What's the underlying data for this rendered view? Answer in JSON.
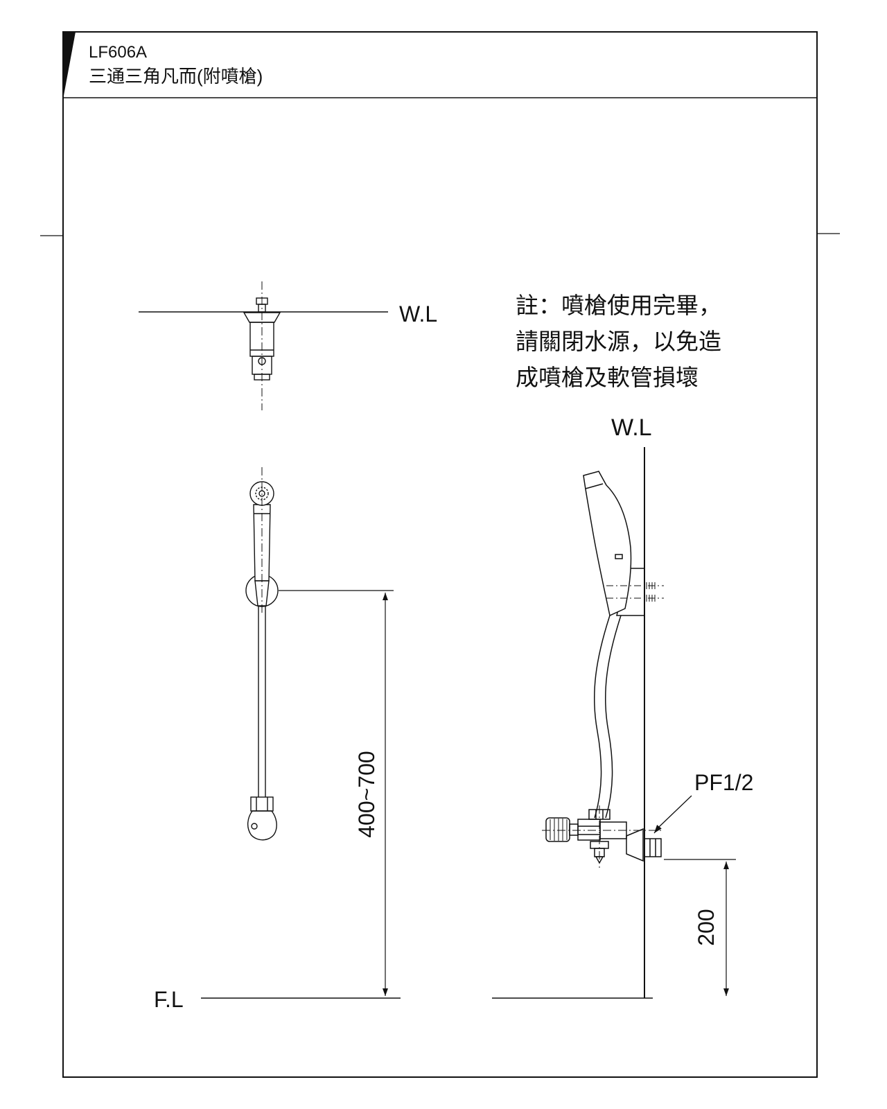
{
  "colors": {
    "ink": "#111111",
    "background": "#ffffff"
  },
  "title_block": {
    "model": "LF606A",
    "product_name": "三通三角凡而(附噴槍)"
  },
  "note": {
    "line1": "註：噴槍使用完畢，",
    "line2": "請關閉水源，以免造",
    "line3": "成噴槍及軟管損壞"
  },
  "front_view": {
    "water_line_label": "W.L",
    "floor_line_label": "F.L",
    "height_dimension": "400~700"
  },
  "side_view": {
    "water_line_label": "W.L",
    "thread_label": "PF1/2",
    "outlet_height_dimension": "200"
  }
}
